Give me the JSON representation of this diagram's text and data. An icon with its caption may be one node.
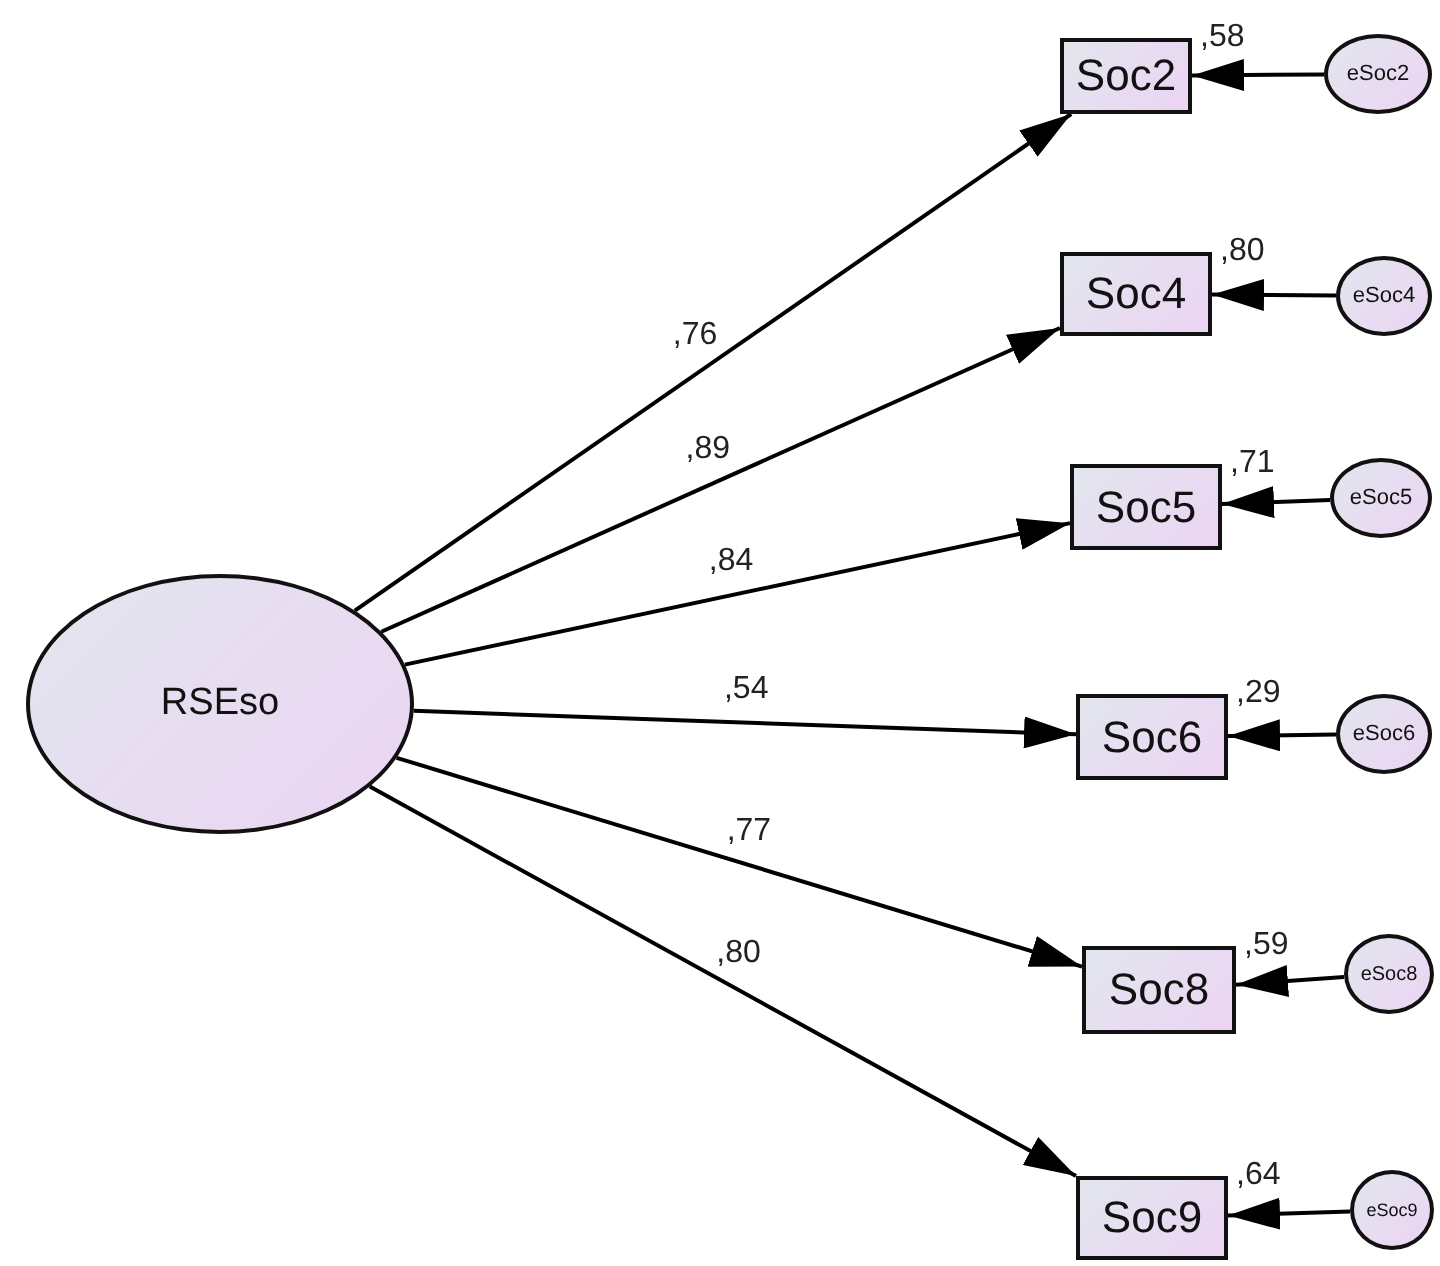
{
  "diagram": {
    "nodes": [
      {
        "text": [
          "RSEso"
        ]
      },
      {
        "text": [
          "Soc2"
        ],
        "beside": [
          ",58"
        ]
      },
      {
        "text": [
          "Soc4"
        ],
        "beside": [
          ",80"
        ]
      },
      {
        "text": [
          "Soc5"
        ],
        "beside": [
          ",71"
        ]
      },
      {
        "text": [
          "Soc6"
        ],
        "beside": [
          ",29"
        ]
      },
      {
        "text": [
          "Soc8"
        ],
        "beside": [
          ",59"
        ]
      },
      {
        "text": [
          "Soc9"
        ],
        "beside": [
          ",64"
        ]
      },
      {
        "text": [
          "eSoc2"
        ]
      },
      {
        "text": [
          "eSoc4"
        ]
      },
      {
        "text": [
          "eSoc5"
        ]
      },
      {
        "text": [
          "eSoc6"
        ]
      },
      {
        "text": [
          "eSoc8"
        ]
      },
      {
        "text": [
          "eSoc9"
        ]
      }
    ],
    "edges": [
      {
        "from": 0,
        "to": 1,
        "arrow": "to",
        "label": ",76"
      },
      {
        "from": 0,
        "to": 2,
        "arrow": "to",
        "label": ",89"
      },
      {
        "from": 0,
        "to": 3,
        "arrow": "to",
        "label": ",84"
      },
      {
        "from": 0,
        "to": 4,
        "arrow": "to",
        "label": ",54"
      },
      {
        "from": 0,
        "to": 5,
        "arrow": "to",
        "label": ",77"
      },
      {
        "from": 0,
        "to": 6,
        "arrow": "to",
        "label": ",80"
      },
      {
        "from": 7,
        "to": 1,
        "arrow": "to"
      },
      {
        "from": 8,
        "to": 2,
        "arrow": "to"
      },
      {
        "from": 9,
        "to": 3,
        "arrow": "to"
      },
      {
        "from": 10,
        "to": 4,
        "arrow": "to"
      },
      {
        "from": 11,
        "to": 5,
        "arrow": "to"
      },
      {
        "from": 12,
        "to": 6,
        "arrow": "to"
      }
    ]
  }
}
